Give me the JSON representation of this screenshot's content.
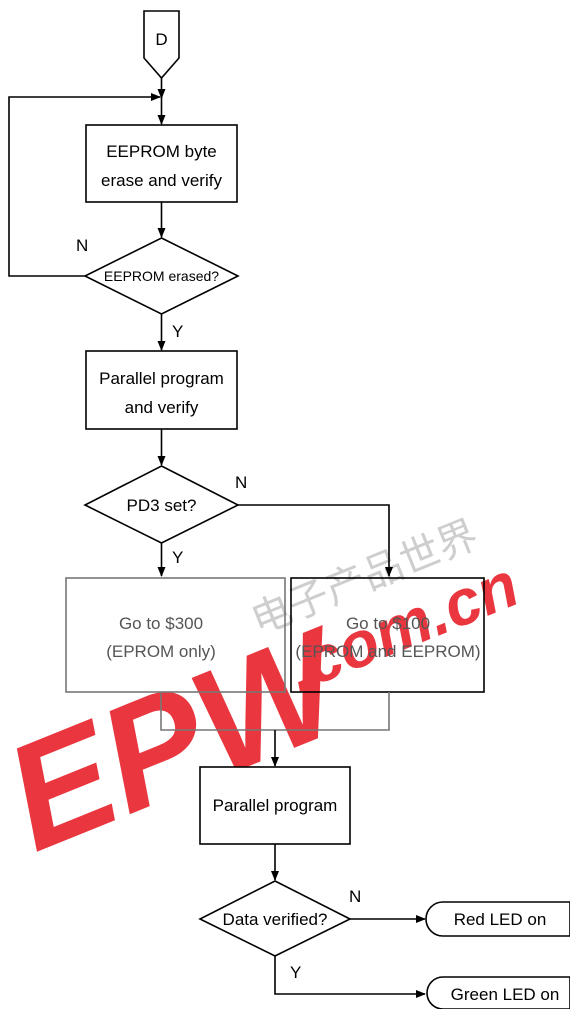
{
  "connector": {
    "label": "D"
  },
  "steps": {
    "erase_line1": "EEPROM byte",
    "erase_line2": "erase and verify",
    "erased_question": "EEPROM erased?",
    "parallel_verify_line1": "Parallel program",
    "parallel_verify_line2": "and verify",
    "pd3_question": "PD3 set?",
    "goto300_line1": "Go to $300",
    "goto300_line2": "(EPROM only)",
    "goto100_line1": "Go to $100",
    "goto100_line2": "(EPROM and EEPROM)",
    "parallel_program": "Parallel program",
    "data_question": "Data verified?",
    "red_led": "Red LED on",
    "green_led": "Green LED on"
  },
  "branch_labels": {
    "erased_no": "N",
    "erased_yes": "Y",
    "pd3_no": "N",
    "pd3_yes": "Y",
    "data_no": "N",
    "data_yes": "Y"
  },
  "watermark": {
    "text": "EPW",
    "suffix": ".com.cn",
    "chinese": "电子产品世界",
    "color": "#e8212a"
  }
}
